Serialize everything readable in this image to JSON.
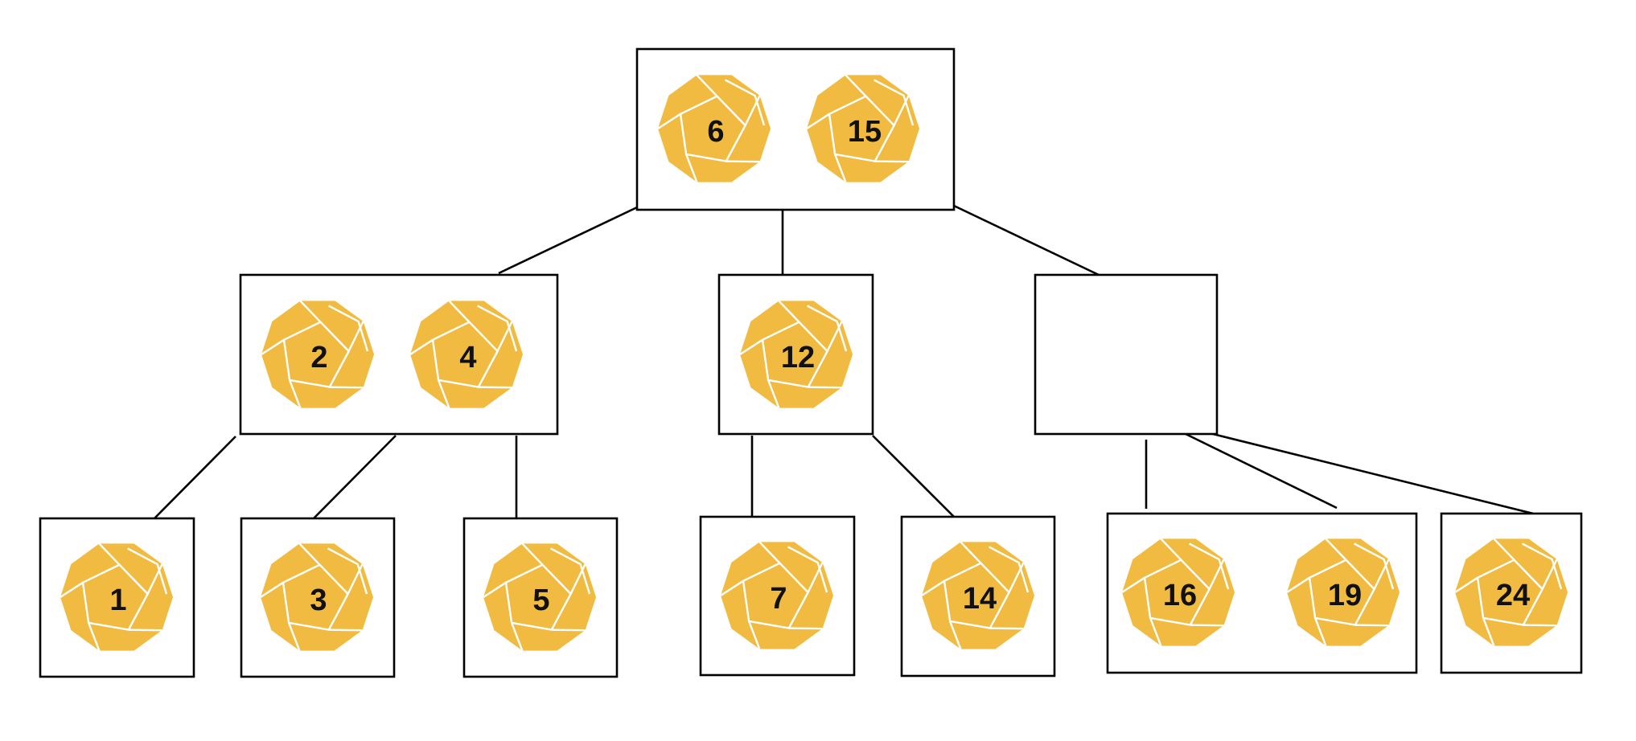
{
  "diagram": {
    "type": "tree",
    "colors": {
      "die": "#f0bb40",
      "die_edge": "#ffffff",
      "box": "#000000",
      "label": "#111111"
    },
    "nodes": [
      {
        "id": "root",
        "keys": [
          "6",
          "15"
        ]
      },
      {
        "id": "mid-left",
        "keys": [
          "2",
          "4"
        ]
      },
      {
        "id": "mid-center",
        "keys": [
          "12"
        ]
      },
      {
        "id": "mid-right",
        "keys": []
      },
      {
        "id": "leaf-1",
        "keys": [
          "1"
        ]
      },
      {
        "id": "leaf-3",
        "keys": [
          "3"
        ]
      },
      {
        "id": "leaf-5",
        "keys": [
          "5"
        ]
      },
      {
        "id": "leaf-7",
        "keys": [
          "7"
        ]
      },
      {
        "id": "leaf-14",
        "keys": [
          "14"
        ]
      },
      {
        "id": "leaf-16-19",
        "keys": [
          "16",
          "19"
        ]
      },
      {
        "id": "leaf-24",
        "keys": [
          "24"
        ]
      }
    ],
    "edges": [
      {
        "from": "root",
        "to": "mid-left"
      },
      {
        "from": "root",
        "to": "mid-center"
      },
      {
        "from": "root",
        "to": "mid-right"
      },
      {
        "from": "mid-left",
        "to": "leaf-1"
      },
      {
        "from": "mid-left",
        "to": "leaf-3"
      },
      {
        "from": "mid-left",
        "to": "leaf-5"
      },
      {
        "from": "mid-center",
        "to": "leaf-7"
      },
      {
        "from": "mid-center",
        "to": "leaf-14"
      },
      {
        "from": "mid-right",
        "to": "leaf-16-19"
      },
      {
        "from": "mid-right",
        "to": "leaf-16-19"
      },
      {
        "from": "mid-right",
        "to": "leaf-24"
      }
    ]
  }
}
